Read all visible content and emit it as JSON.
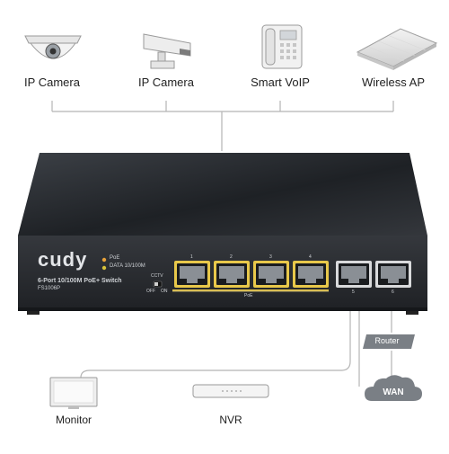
{
  "devices_top": [
    {
      "label": "IP Camera",
      "icon": "dome-camera-icon"
    },
    {
      "label": "IP Camera",
      "icon": "bullet-camera-icon"
    },
    {
      "label": "Smart VoIP",
      "icon": "voip-phone-icon"
    },
    {
      "label": "Wireless AP",
      "icon": "access-point-icon"
    }
  ],
  "switch": {
    "brand": "cudy",
    "model_line": "6-Port 10/100M PoE+ Switch",
    "model_code": "FS1006P",
    "led_poe": "PoE",
    "led_data": "DATA 10/100M",
    "cctv_label": "CCTV",
    "off_label": "OFF",
    "on_label": "ON",
    "poe_group_label": "PoE",
    "port_numbers": [
      "1",
      "2",
      "3",
      "4",
      "5",
      "6"
    ],
    "colors": {
      "body": "#2b2e33",
      "poe_port": "#e8c84a",
      "led_poe": "#e8a23a",
      "led_data": "#d8c23a"
    }
  },
  "devices_bottom": {
    "monitor": "Monitor",
    "nvr": "NVR",
    "router": "Router",
    "wan": "WAN"
  }
}
